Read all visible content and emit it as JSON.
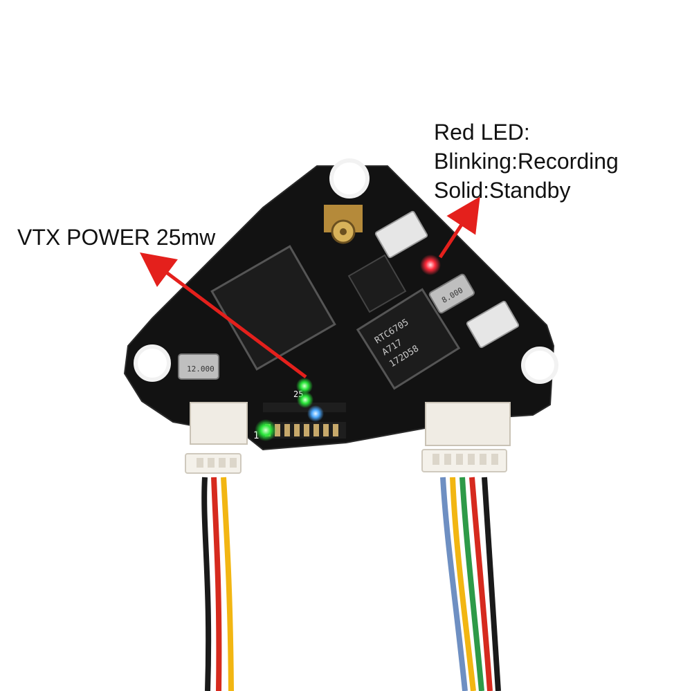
{
  "annotations": {
    "vtx_power": "VTX POWER 25mw",
    "red_led": {
      "title": "Red LED:",
      "blinking": "Blinking:Recording",
      "solid": "Solid:Standby"
    }
  },
  "chips": {
    "vtx_chip": [
      "RTC6705",
      "A717",
      "172D58"
    ],
    "crystal_left": "12.000",
    "crystal_right": "8.000",
    "led_bar_label_1": "1",
    "led_bar_label_25": "25"
  },
  "colors": {
    "pcb": "#121212",
    "arrow": "#e4201c",
    "wire_red": "#d62a1e",
    "wire_yellow": "#f2b612",
    "wire_black": "#1a1a1a",
    "wire_blue": "#6e8fc2",
    "wire_green": "#2e9a48",
    "led_green": "#29e63a",
    "led_blue": "#4aa8ff",
    "led_red": "#ff2a3a"
  }
}
